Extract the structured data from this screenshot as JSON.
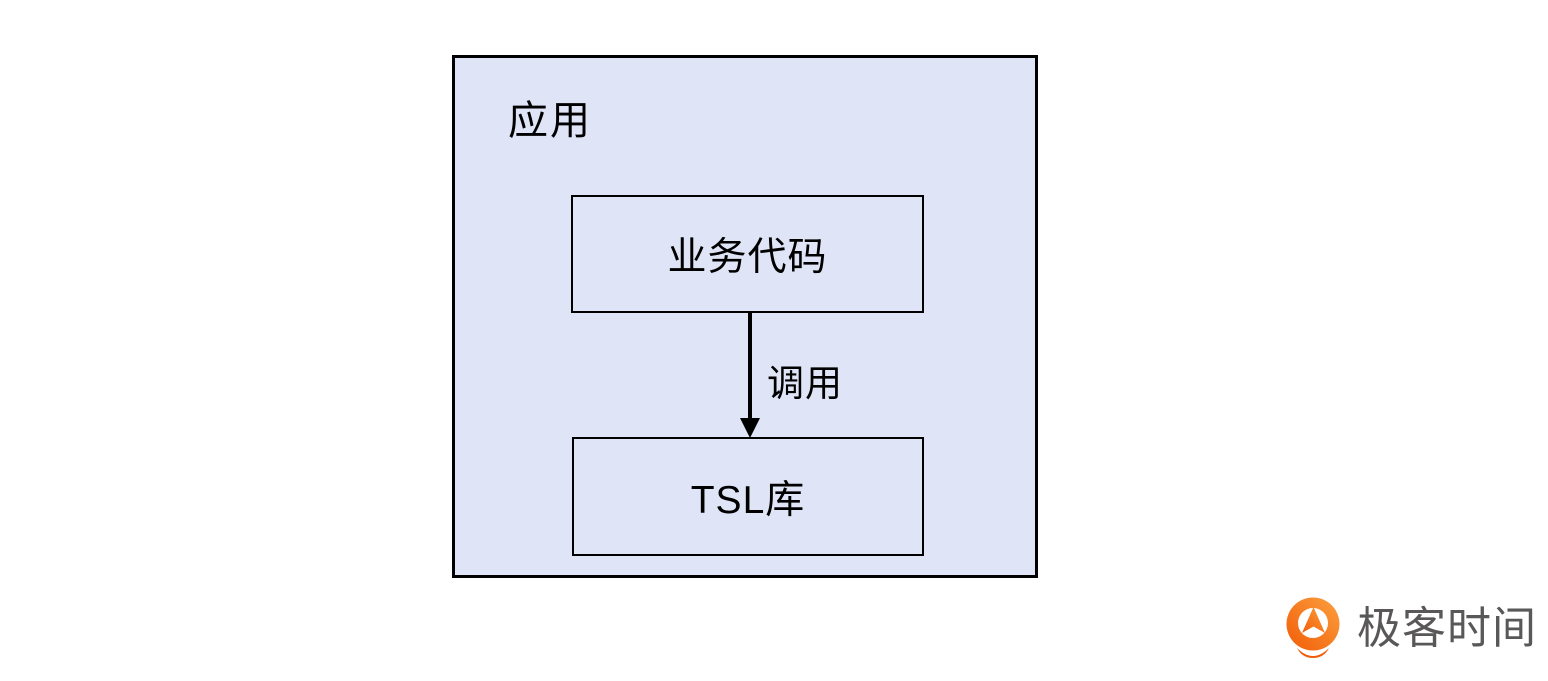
{
  "diagram": {
    "container": {
      "label": "应用"
    },
    "nodes": [
      {
        "id": "business-code",
        "label": "业务代码"
      },
      {
        "id": "tsl-lib",
        "label": "TSL库"
      }
    ],
    "edge": {
      "from": "business-code",
      "to": "tsl-lib",
      "label": "调用",
      "direction": "down"
    }
  },
  "branding": {
    "logo_text": "极客时间",
    "icon": "geektime-logo-icon"
  },
  "colors": {
    "page_bg": "#ffffff",
    "container_fill": "#dfe5f6",
    "border": "#000000",
    "logo_orange_light": "#fa9a3e",
    "logo_orange_dark": "#f25c07",
    "logo_text_gray": "#595757"
  }
}
